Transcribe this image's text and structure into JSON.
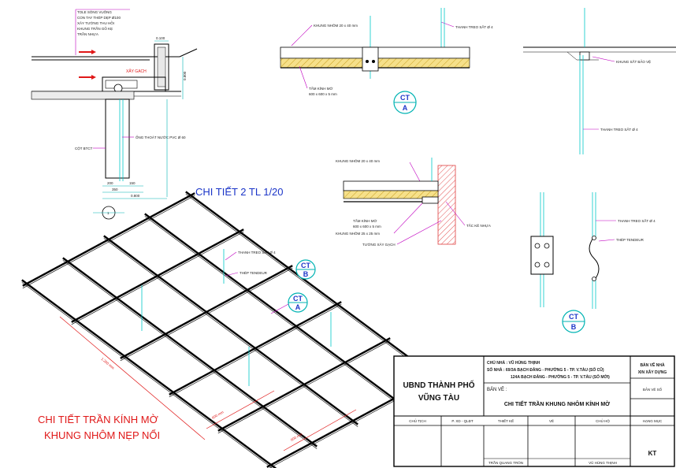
{
  "detail_top_left": {
    "notes": [
      "TOLE SÓNG VUÔNG",
      "CON TAY THÉP DẸP Ø100",
      "XÂY TƯỜNG THU HỒI",
      "KHUNG TRẦN GỖ KẸ",
      "TRẦN NHỰA"
    ],
    "label_xay_gach": "XÂY GẠCH",
    "label_ong_thoat": "ỐNG THOÁT NƯỚC PVC Ø 60",
    "label_cot": "CỘT BTCT",
    "dims": [
      "0.100",
      "0.800",
      "200",
      "150",
      "350",
      "0.800"
    ],
    "grid_mark": "1"
  },
  "detail_A": {
    "label_khung": "KHUNG NHÔM 20 x 40 mm",
    "label_thanh_treo": "THANH TREO SẮT Ø 4",
    "label_tam_kinh": "TẤM KÍNH MỜ",
    "label_tam_kinh_size": "600 x 600 x 5 mm",
    "bubble_top": "CT",
    "bubble_bottom": "A"
  },
  "detail_top_right": {
    "label_khung_sat": "KHUNG SẮT BẢO VỆ",
    "label_thanh_treo": "THANH TREO SẮT Ø 4"
  },
  "title_2": "CHI TIẾT 2 TL 1/20",
  "detail_mid": {
    "label_khung": "KHUNG NHÔM 20 x 40 mm",
    "label_tam_kinh": "TẤM KÍNH MỜ",
    "label_tam_kinh_size": "600 x 600 x 5 mm",
    "label_khung_nhom_2": "KHUNG NHÔM 25 x 25 mm",
    "label_tuong": "TƯỜNG XÂY GẠCH",
    "label_tac_ke": "TẮC KÊ NHỰA"
  },
  "detail_B": {
    "label_thanh_treo": "THANH TREO SẮT Ø 4",
    "label_thep": "THÉP TENDEUR",
    "bubble_top": "CT",
    "bubble_bottom": "B"
  },
  "iso": {
    "label_thanh_treo": "THANH TREO SẮT Ø 4",
    "label_thep": "THÉP TENDEUR",
    "bubble_B_top": "CT",
    "bubble_B_bottom": "B",
    "bubble_A_top": "CT",
    "bubble_A_bottom": "A",
    "dim_long": "1.200 mm",
    "dim_short1": "600 mm",
    "dim_short2": "600 mm"
  },
  "title_main": [
    "CHI TIẾT TRẦN KÍNH MỜ",
    "KHUNG NHÔM NẸP NỔI"
  ],
  "title_block": {
    "owner_org": [
      "UBND THÀNH PHỐ",
      "VŨNG TÀU"
    ],
    "chu_nha": "CHỦ NHÀ : VŨ HÙNG THỊNH",
    "so_nha_1": "SỐ NHÀ : 69/3A BẠCH ĐẰNG - PHƯỜNG 5 - TP. V.TÀU (SỐ CŨ)",
    "so_nha_2": "124A BẠCH ĐẰNG - PHƯỜNG 5 - TP. V.TÀU (SỐ MỚI)",
    "ban_ve_label": "BẢN VẼ :",
    "ban_ve_title": "CHI TIẾT TRẦN KHUNG NHÔM KÍNH MỜ",
    "right_header": [
      "BẢN VẼ NHÀ",
      "XIN XÂY DỰNG"
    ],
    "ban_ve_so": "BẢN VẼ SỐ",
    "cols": [
      "CHỦ TỊCH",
      "P. XD - QLĐT",
      "THIẾT KẾ",
      "VẼ",
      "CHỦ HỘ",
      "HẠNG MỤC"
    ],
    "signers": [
      "TRẦN QUANG TRÒN",
      "VŨ HÙNG THỊNH"
    ],
    "sheet_code": "KT"
  }
}
